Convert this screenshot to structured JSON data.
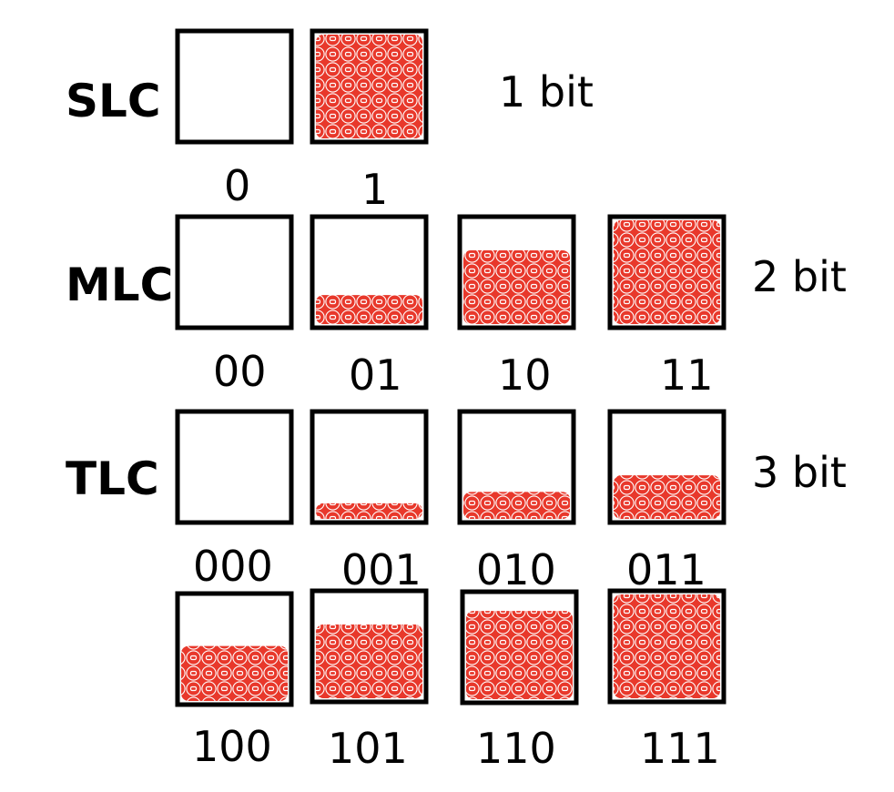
{
  "colors": {
    "charge": "#e8382b",
    "outline": "#000000",
    "background": "#ffffff"
  },
  "rows": [
    {
      "label": "SLC",
      "bits": "1 bit",
      "cells": [
        {
          "code": "0",
          "fill": 0
        },
        {
          "code": "1",
          "fill": 1
        }
      ]
    },
    {
      "label": "MLC",
      "bits": "2 bit",
      "cells": [
        {
          "code": "00",
          "fill": 0
        },
        {
          "code": "01",
          "fill": 0.28
        },
        {
          "code": "10",
          "fill": 0.71
        },
        {
          "code": "11",
          "fill": 1
        }
      ]
    },
    {
      "label": "TLC",
      "bits": "3 bit",
      "cells": [
        {
          "code": "000",
          "fill": 0
        },
        {
          "code": "001",
          "fill": 0.15
        },
        {
          "code": "010",
          "fill": 0.26
        },
        {
          "code": "011",
          "fill": 0.42
        },
        {
          "code": "100",
          "fill": 0.53
        },
        {
          "code": "101",
          "fill": 0.71
        },
        {
          "code": "110",
          "fill": 0.85
        },
        {
          "code": "111",
          "fill": 1
        }
      ]
    }
  ]
}
